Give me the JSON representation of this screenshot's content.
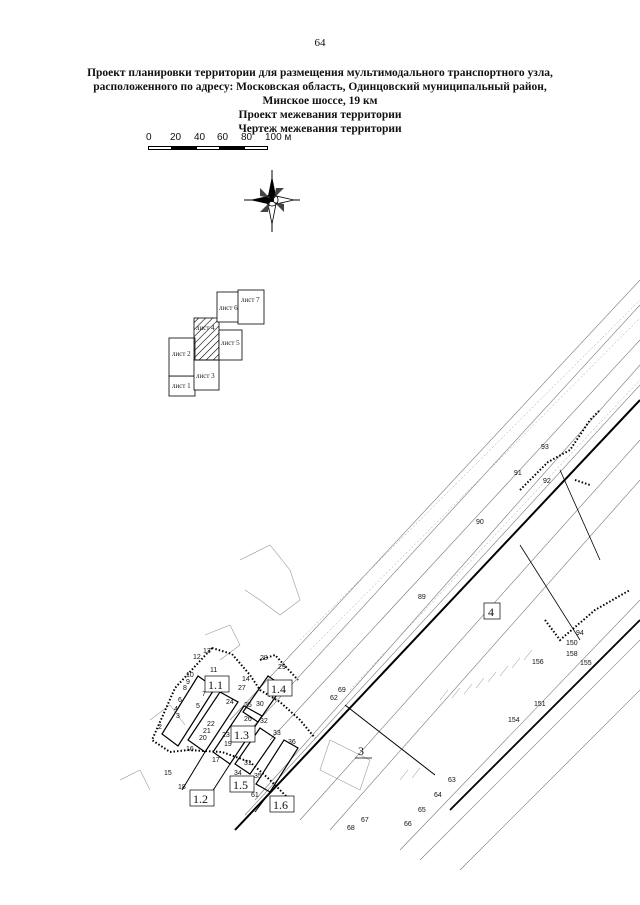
{
  "page_number": "64",
  "title": {
    "line1": "Проект планировки территории для размещения мультимодального транспортного узла,",
    "line2": "расположенного по адресу: Московская область, Одинцовский муниципальный район,",
    "line3": "Минское шоссе, 19 км",
    "line4": "Проект межевания территории",
    "line5": "Чертеж межевания территории"
  },
  "scale": {
    "labels": [
      "0",
      "20",
      "40",
      "60",
      "80",
      "100 м"
    ]
  },
  "sheet_index": {
    "sheets": [
      "лист 1",
      "лист 2",
      "лист 3",
      "лист 4",
      "лист 5",
      "лист 6",
      "лист 7"
    ],
    "highlighted": "лист 4"
  },
  "zones": [
    "1.1",
    "1.2",
    "1.3",
    "1.4",
    "1.5",
    "1.6",
    "3",
    "4"
  ],
  "points": [
    "2",
    "3",
    "4",
    "5",
    "6",
    "7",
    "8",
    "9",
    "10",
    "11",
    "12",
    "13",
    "14",
    "15",
    "16",
    "17",
    "18",
    "19",
    "20",
    "21",
    "22",
    "23",
    "24",
    "25",
    "26",
    "27",
    "28",
    "29",
    "30",
    "31",
    "32",
    "33",
    "34",
    "35",
    "36",
    "61",
    "62",
    "63",
    "64",
    "65",
    "66",
    "67",
    "68",
    "69",
    "89",
    "90",
    "91",
    "92",
    "93",
    "94",
    "150",
    "151",
    "154",
    "155",
    "156",
    "158"
  ]
}
